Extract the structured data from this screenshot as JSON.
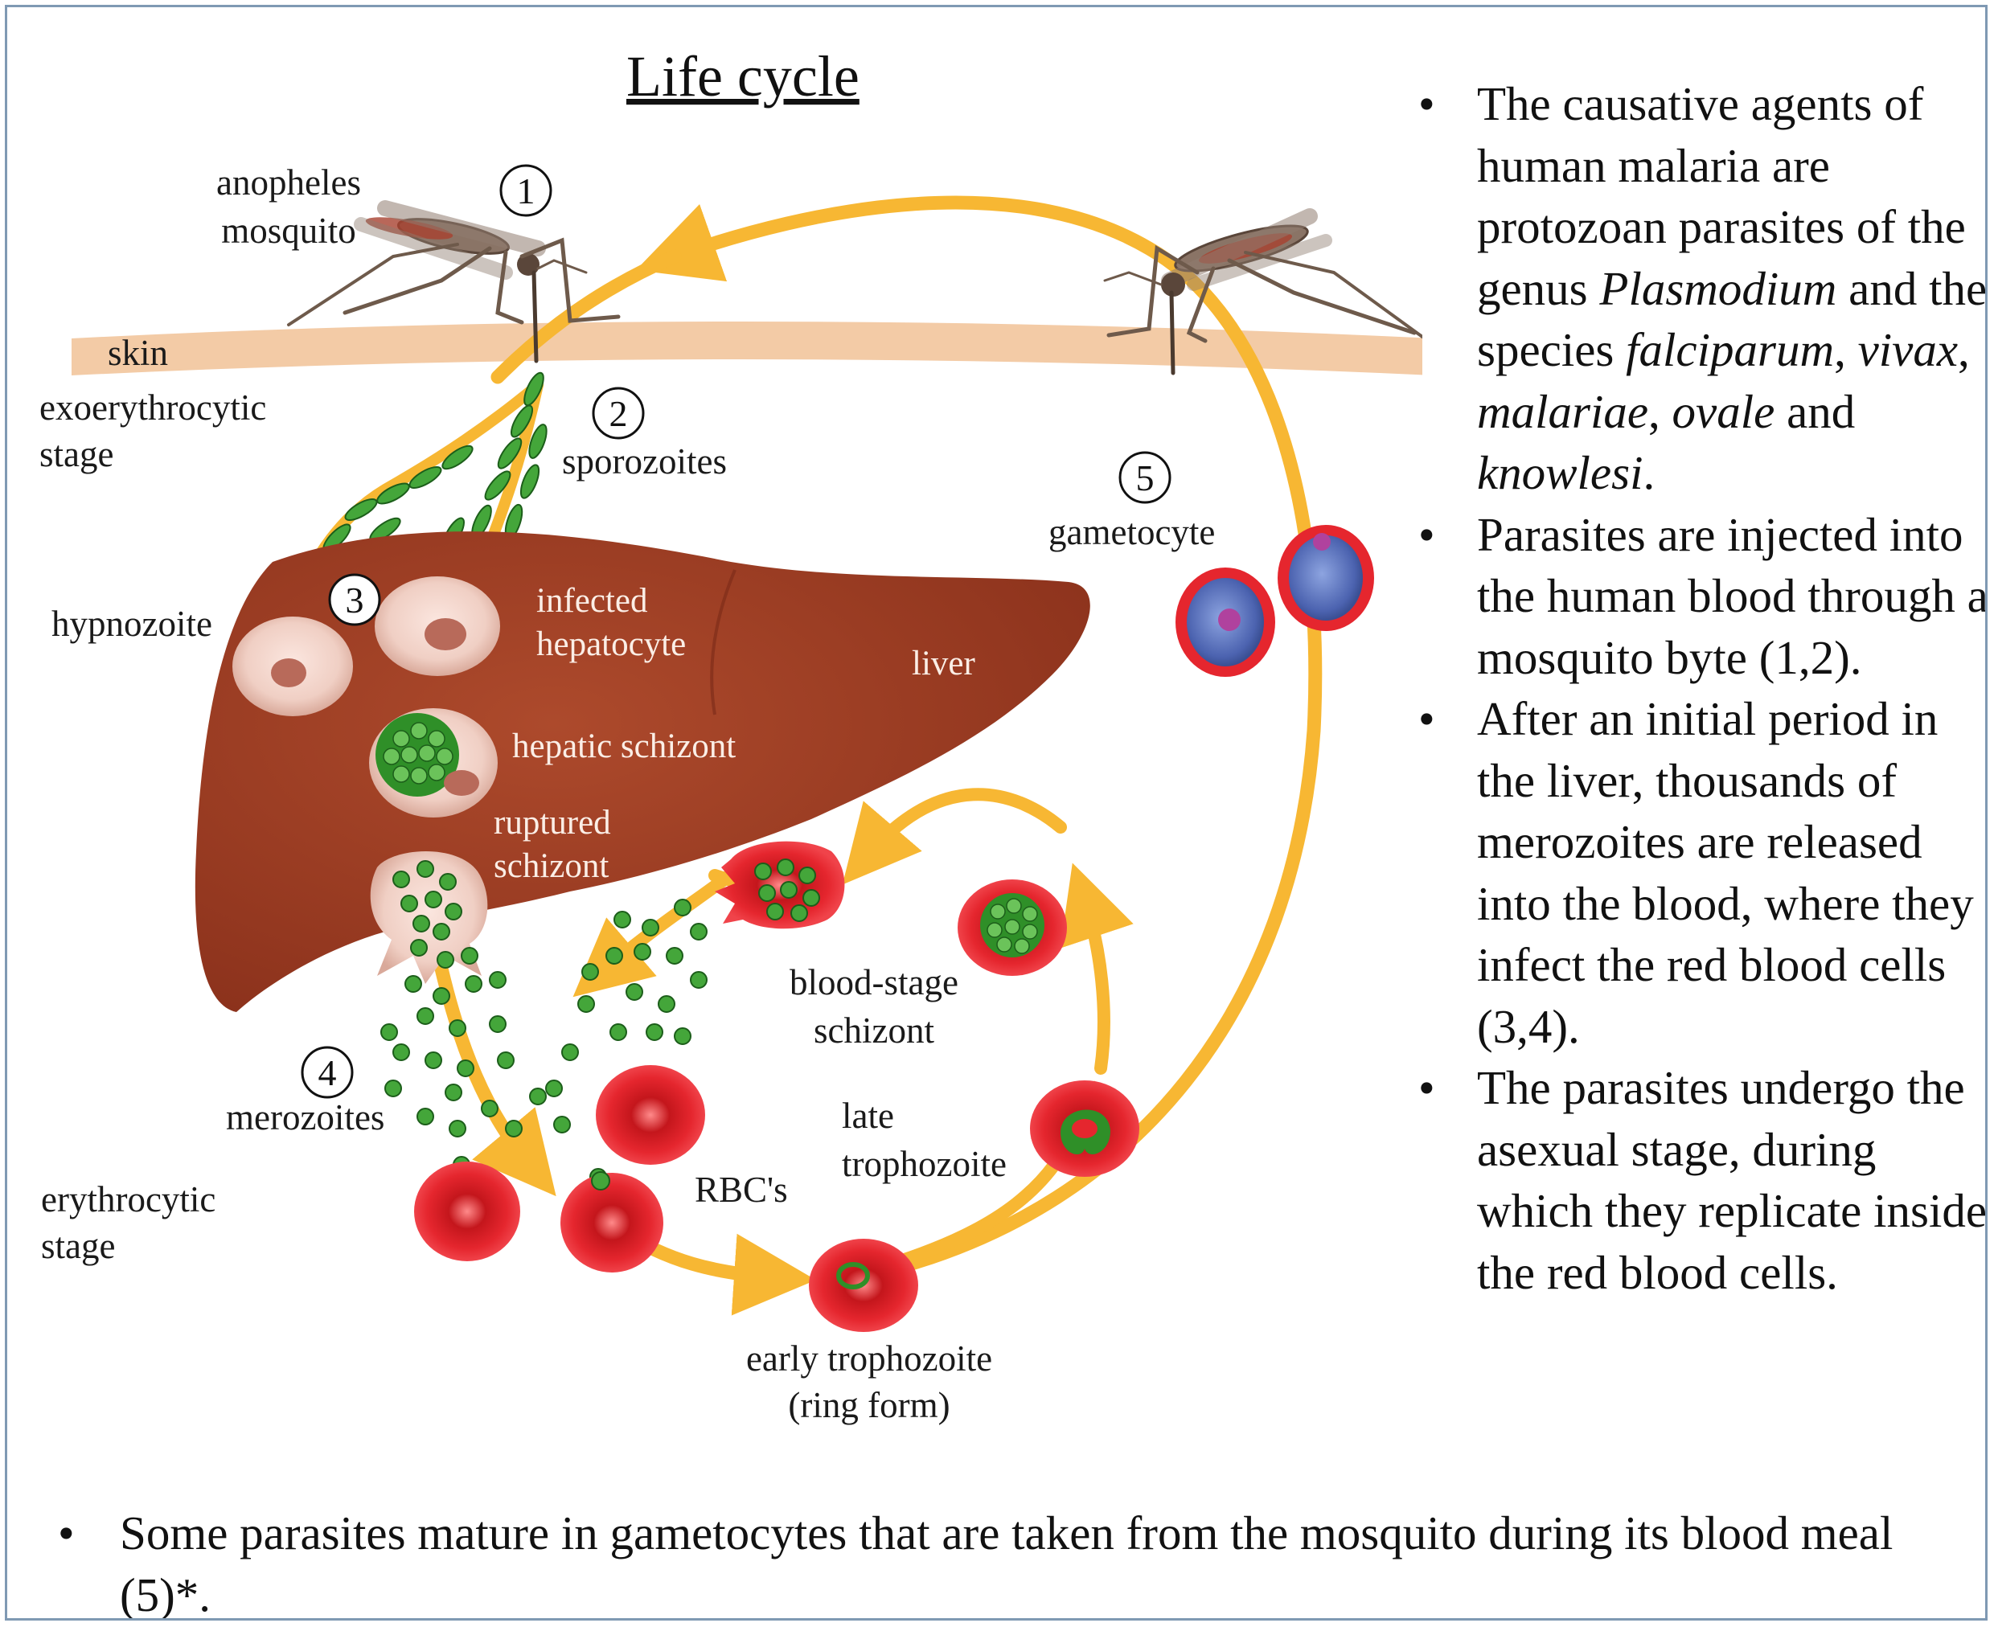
{
  "title": "Life cycle",
  "labels": {
    "mosquito": [
      "anopheles",
      "mosquito"
    ],
    "skin": "skin",
    "exo_stage": [
      "exoerythrocytic",
      "stage"
    ],
    "sporozoites": "sporozoites",
    "hypnozoite": "hypnozoite",
    "infected_hepatocyte": [
      "infected",
      "hepatocyte"
    ],
    "liver": "liver",
    "hepatic_schizont": "hepatic schizont",
    "ruptured_schizont": [
      "ruptured",
      "schizont"
    ],
    "gametocyte": "gametocyte",
    "blood_stage_schizont": [
      "blood-stage",
      "schizont"
    ],
    "merozoites": "merozoites",
    "late_trophozoite": [
      "late",
      "trophozoite"
    ],
    "rbcs": "RBC's",
    "erythrocytic_stage": [
      "erythrocytic",
      "stage"
    ],
    "early_trophozoite": [
      "early trophozoite",
      "(ring form)"
    ]
  },
  "step_numbers": [
    "1",
    "2",
    "3",
    "4",
    "5"
  ],
  "side_bullets": [
    {
      "segments": [
        {
          "text": "The causative agents of human malaria are protozoan parasites of the genus ",
          "italic": false
        },
        {
          "text": "Plasmodium",
          "italic": true
        },
        {
          "text": " and the species ",
          "italic": false
        },
        {
          "text": "falciparum",
          "italic": true
        },
        {
          "text": ", ",
          "italic": false
        },
        {
          "text": "vivax",
          "italic": true
        },
        {
          "text": ", ",
          "italic": false
        },
        {
          "text": "malariae",
          "italic": true
        },
        {
          "text": ", ",
          "italic": false
        },
        {
          "text": "ovale",
          "italic": true
        },
        {
          "text": " and ",
          "italic": false
        },
        {
          "text": "knowlesi",
          "italic": true
        },
        {
          "text": ".",
          "italic": false
        }
      ]
    },
    {
      "segments": [
        {
          "text": "Parasites are injected into the human blood through a mosquito byte (1,2).",
          "italic": false
        }
      ]
    },
    {
      "segments": [
        {
          "text": "After an initial period in the liver, thousands of merozoites are released into the blood, where they infect the red blood cells (3,4).",
          "italic": false
        }
      ]
    },
    {
      "segments": [
        {
          "text": "The parasites undergo the asexual stage, during which they replicate inside the red blood cells.",
          "italic": false
        }
      ]
    }
  ],
  "bottom_bullet": "Some parasites mature in gametocytes that are taken from the mosquito during its blood meal (5)*.",
  "colors": {
    "arrow": "#f7b733",
    "liver": "#9b3a22",
    "skin": "#f3cba6",
    "rbc": "#e5262e",
    "parasite": "#3a9a2c",
    "gametocyte": "#5570b8",
    "frame": "#7f99b3"
  }
}
